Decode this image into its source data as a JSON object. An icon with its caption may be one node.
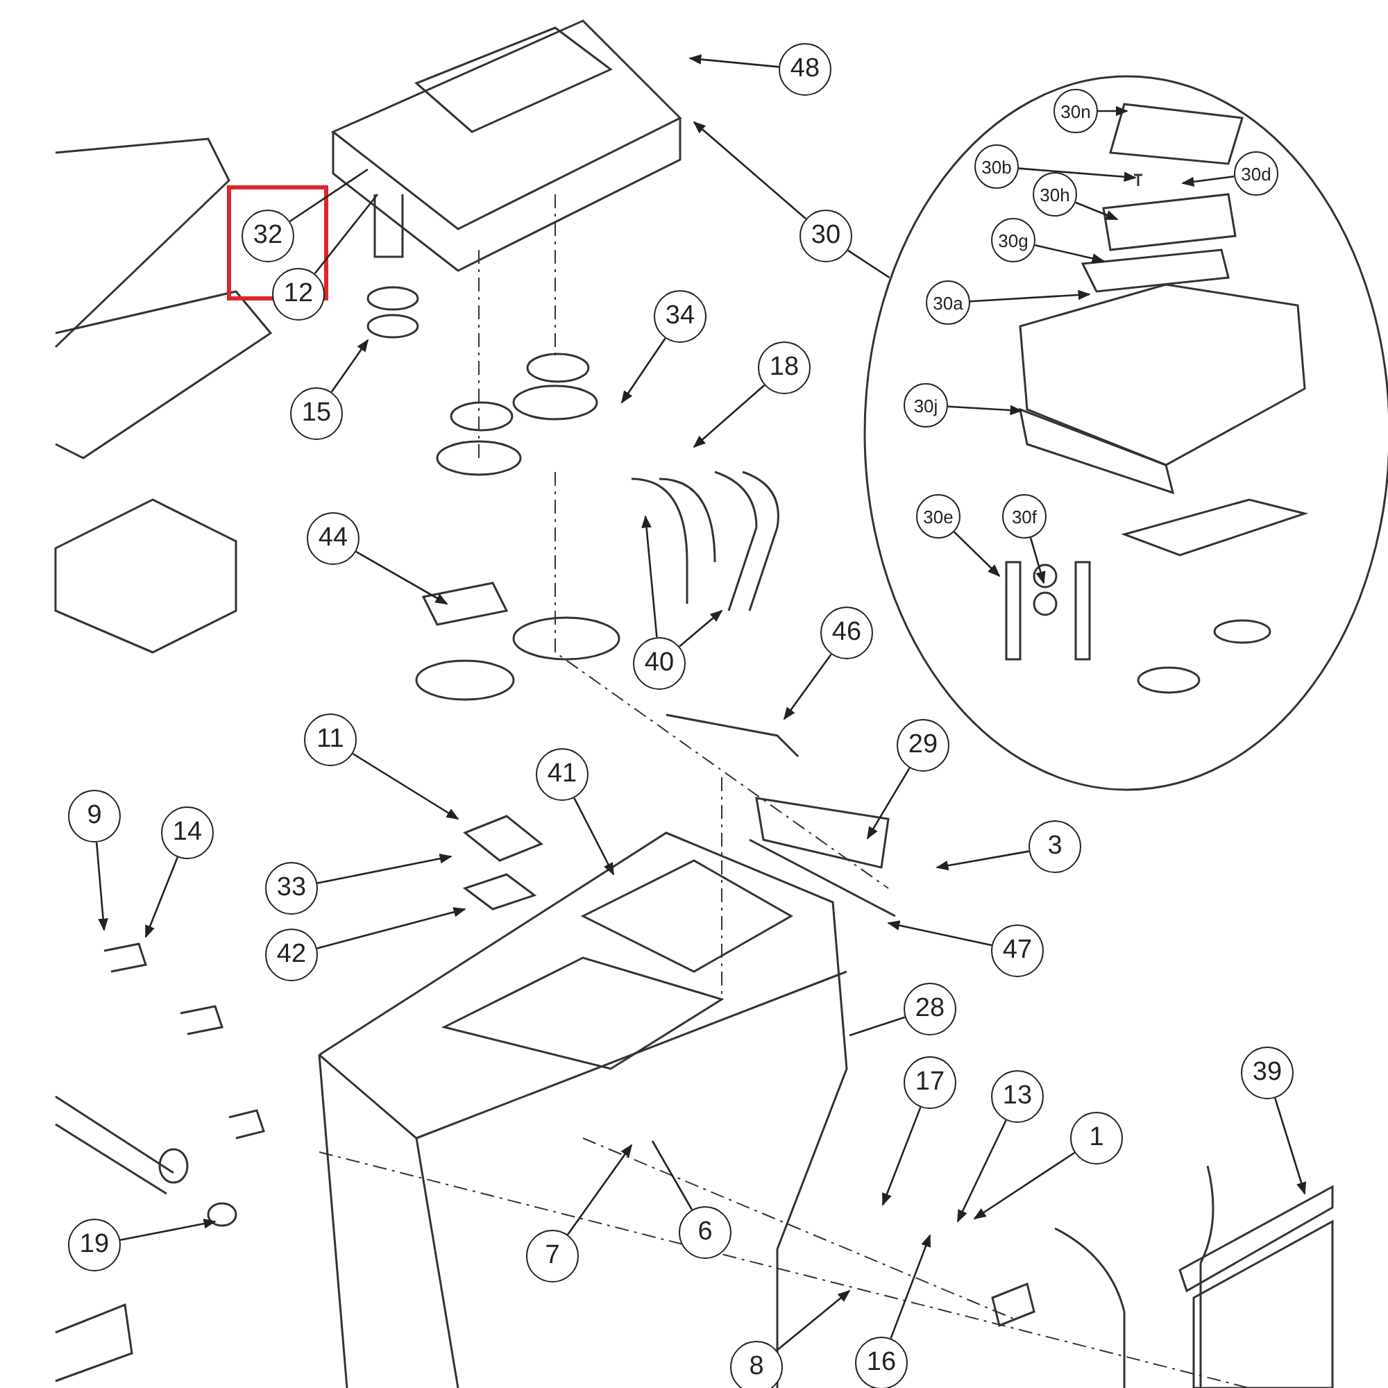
{
  "diagram": {
    "nodes": [
      {
        "text": [
          "48"
        ]
      },
      {
        "text": [
          "30"
        ]
      },
      {
        "text": [],
        "shape": "circle"
      },
      {
        "text": [
          "30n"
        ],
        "in": 2
      },
      {
        "text": [
          "30b"
        ],
        "in": 2
      },
      {
        "text": [
          "30d"
        ],
        "in": 2
      },
      {
        "text": [
          "30h"
        ],
        "in": 2
      },
      {
        "text": [
          "30g"
        ],
        "in": 2
      },
      {
        "text": [
          "30a"
        ],
        "in": 2
      },
      {
        "text": [
          "30j"
        ],
        "in": 2
      },
      {
        "text": [
          "30e"
        ],
        "in": 2
      },
      {
        "text": [
          "30f"
        ],
        "in": 2
      },
      {
        "text": [
          "32"
        ]
      },
      {
        "text": [
          "12"
        ]
      },
      {
        "text": [
          "15"
        ]
      },
      {
        "text": [
          "34"
        ]
      },
      {
        "text": [
          "18"
        ]
      },
      {
        "text": [
          "44"
        ]
      },
      {
        "text": [
          "40"
        ]
      },
      {
        "text": [
          "46"
        ]
      },
      {
        "text": [
          "11"
        ]
      },
      {
        "text": [
          "41"
        ]
      },
      {
        "text": [
          "29"
        ]
      },
      {
        "text": [
          "9"
        ]
      },
      {
        "text": [
          "14"
        ]
      },
      {
        "text": [
          "33"
        ]
      },
      {
        "text": [
          "3"
        ]
      },
      {
        "text": [
          "42"
        ]
      },
      {
        "text": [
          "47"
        ]
      },
      {
        "text": [
          "28"
        ]
      },
      {
        "text": [
          "39"
        ]
      },
      {
        "text": [
          "17"
        ]
      },
      {
        "text": [
          "13"
        ]
      },
      {
        "text": [
          "1"
        ]
      },
      {
        "text": [
          "7"
        ]
      },
      {
        "text": [
          "6"
        ]
      },
      {
        "text": [
          "19"
        ]
      },
      {
        "text": [
          "8"
        ]
      },
      {
        "text": [
          "16"
        ]
      }
    ],
    "edges": [
      {
        "from": 0,
        "to": null,
        "arrow": "to"
      },
      {
        "from": 1,
        "to": null,
        "arrow": "to"
      },
      {
        "from": 1,
        "to": 2,
        "arrow": "none"
      },
      {
        "from": 3,
        "to": null,
        "arrow": "to"
      },
      {
        "from": 4,
        "to": null,
        "arrow": "to"
      },
      {
        "from": 5,
        "to": null,
        "arrow": "to"
      },
      {
        "from": 6,
        "to": null,
        "arrow": "to"
      },
      {
        "from": 7,
        "to": null,
        "arrow": "to"
      },
      {
        "from": 8,
        "to": null,
        "arrow": "to"
      },
      {
        "from": 9,
        "to": null,
        "arrow": "to"
      },
      {
        "from": 10,
        "to": null,
        "arrow": "to"
      },
      {
        "from": 11,
        "to": null,
        "arrow": "to"
      },
      {
        "from": 12,
        "to": null,
        "arrow": "none"
      },
      {
        "from": 13,
        "to": null,
        "arrow": "none"
      },
      {
        "from": 14,
        "to": null,
        "arrow": "to"
      },
      {
        "from": 15,
        "to": null,
        "arrow": "to"
      },
      {
        "from": 16,
        "to": null,
        "arrow": "to"
      },
      {
        "from": 17,
        "to": null,
        "arrow": "to"
      },
      {
        "from": 18,
        "to": null,
        "arrow": "to"
      },
      {
        "from": 18,
        "to": null,
        "arrow": "to"
      },
      {
        "from": 19,
        "to": null,
        "arrow": "to"
      },
      {
        "from": 20,
        "to": null,
        "arrow": "to"
      },
      {
        "from": 21,
        "to": null,
        "arrow": "to"
      },
      {
        "from": 22,
        "to": null,
        "arrow": "to"
      },
      {
        "from": 23,
        "to": null,
        "arrow": "to"
      },
      {
        "from": 24,
        "to": null,
        "arrow": "to"
      },
      {
        "from": 25,
        "to": null,
        "arrow": "to"
      },
      {
        "from": 26,
        "to": null,
        "arrow": "to"
      },
      {
        "from": 27,
        "to": null,
        "arrow": "to"
      },
      {
        "from": 28,
        "to": null,
        "arrow": "to"
      },
      {
        "from": 29,
        "to": null,
        "arrow": "none"
      },
      {
        "from": 30,
        "to": null,
        "arrow": "to"
      },
      {
        "from": 31,
        "to": null,
        "arrow": "to"
      },
      {
        "from": 32,
        "to": null,
        "arrow": "to"
      },
      {
        "from": 33,
        "to": null,
        "arrow": "to"
      },
      {
        "from": 34,
        "to": null,
        "arrow": "to"
      },
      {
        "from": 35,
        "to": null,
        "arrow": "none"
      },
      {
        "from": 36,
        "to": null,
        "arrow": "to"
      },
      {
        "from": 37,
        "to": null,
        "arrow": "to"
      },
      {
        "from": 38,
        "to": null,
        "arrow": "to"
      }
    ]
  }
}
